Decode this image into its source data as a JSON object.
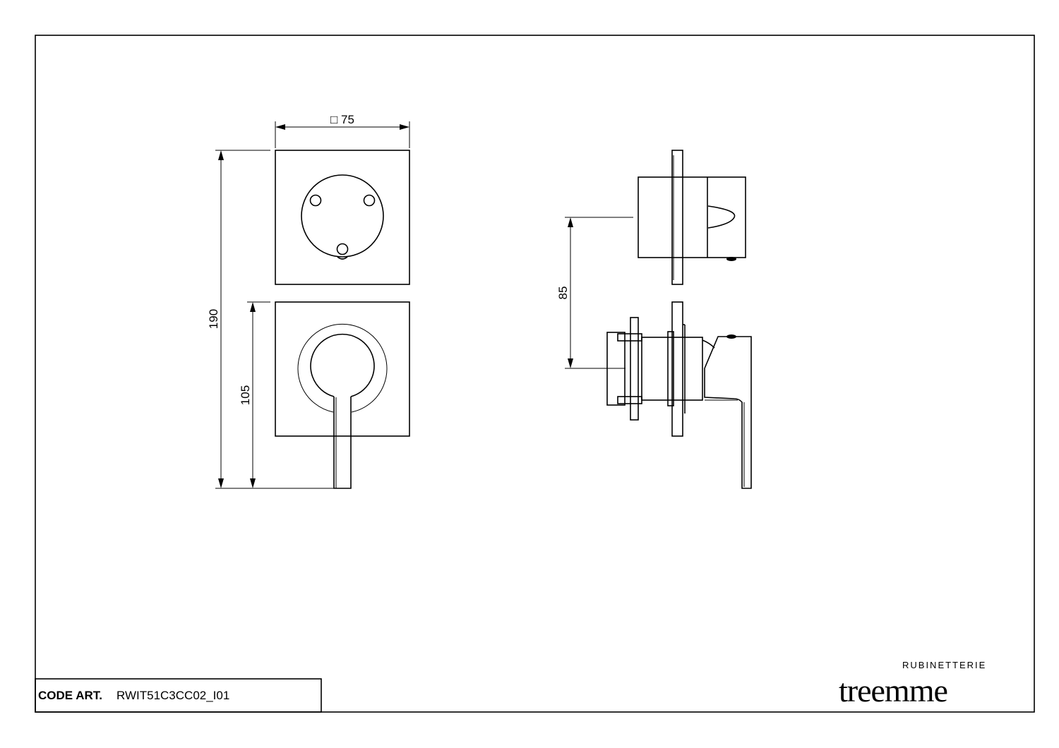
{
  "drawing": {
    "dimensions": {
      "width": "□ 75",
      "total_height": "190",
      "lever_height": "105",
      "depth": "85"
    }
  },
  "title_block": {
    "code_label": "CODE ART.",
    "code_value": "RWIT51C3CC02_I01"
  },
  "logo": {
    "subtitle": "RUBINETTERIE",
    "brand": "treemme"
  }
}
